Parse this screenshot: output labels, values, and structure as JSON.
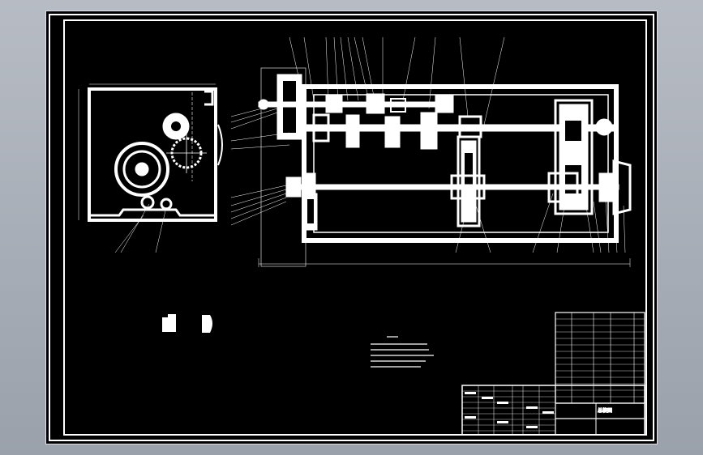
{
  "drawing": {
    "background": "#000000",
    "line_color": "#ffffff",
    "surround_color": "#a9afb8",
    "tech_req_title": "技术要求",
    "views": [
      "main-gearbox-section-view",
      "side-end-view",
      "detail-views"
    ],
    "title_block": {
      "title": "总装图"
    }
  }
}
